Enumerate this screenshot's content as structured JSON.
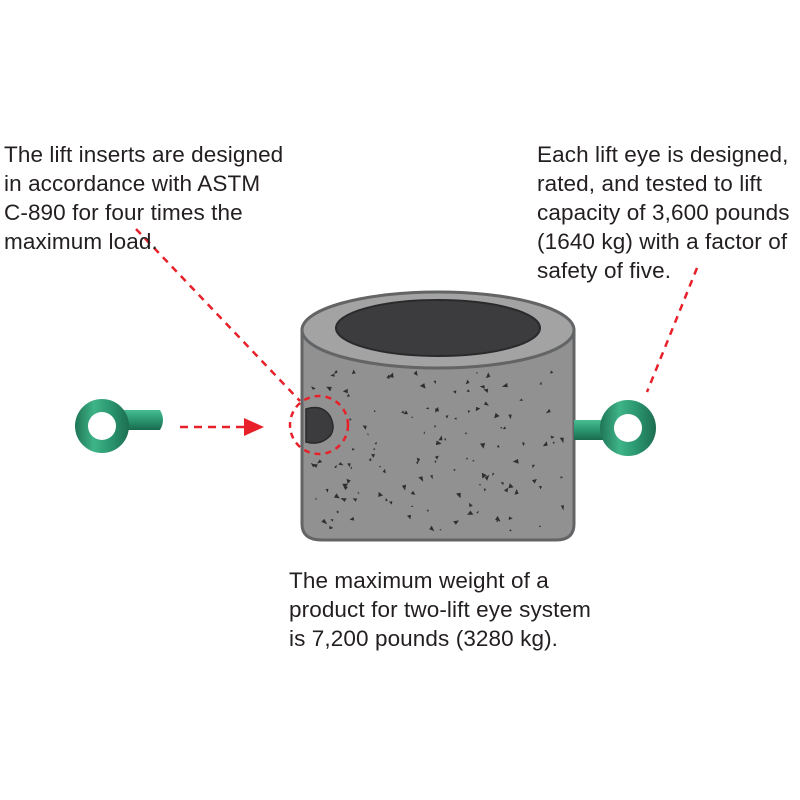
{
  "callouts": {
    "left": {
      "lines": [
        "The lift inserts are designed",
        "in accordance with ASTM",
        "C-890 for four times the",
        "maximum load."
      ]
    },
    "right": {
      "lines": [
        "Each lift eye is designed,",
        "rated, and tested to lift",
        "capacity of 3,600 pounds",
        "(1640 kg) with a factor of",
        "safety of five."
      ]
    },
    "bottom": {
      "lines": [
        "The maximum weight of a",
        "product for two-lift eye system",
        "is 7,200 pounds (3280 kg)."
      ]
    }
  },
  "colors": {
    "text": "#231f20",
    "concrete": "#919191",
    "concrete_outline": "#636466",
    "hole": "#3c3c3e",
    "speckle": "#2f2f31",
    "lift_eye": "#2b9770",
    "lift_eye_light": "#3fb489",
    "lift_eye_dark": "#1d6e51",
    "pointer": "#e8202a"
  }
}
